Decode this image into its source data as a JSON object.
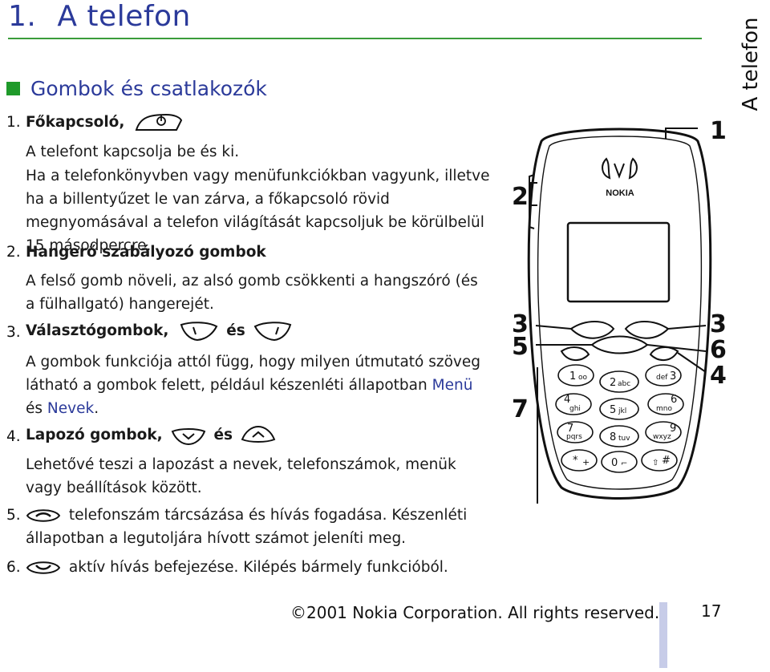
{
  "header": {
    "chapter_number": "1.",
    "chapter_title": "A telefon",
    "side_tab": "A telefon"
  },
  "section": {
    "heading": "Gombok és csatlakozók"
  },
  "items": [
    {
      "number": "1.",
      "title": "Főkapcsoló,",
      "icon": "power-key-icon",
      "paragraphs": [
        "A telefont kapcsolja be és ki.",
        "Ha a telefonkönyvben vagy menüfunkciókban vagyunk, illetve ha a billentyűzet le van zárva, a főkapcsoló rövid megnyomásával a telefon világítását kapcsoljuk be körülbelül 15 másodpercre."
      ]
    },
    {
      "number": "2.",
      "title": "Hangerő szabályozó gombok",
      "paragraphs": [
        "A felső gomb növeli, az alsó gomb csökkenti a hangszóró (és a fülhallgató) hangerejét."
      ]
    },
    {
      "number": "3.",
      "title": "Választógombok,",
      "connector": "és",
      "icons": [
        "left-selection-key-icon",
        "right-selection-key-icon"
      ],
      "paragraph_start": "A gombok funkciója attól függ, hogy milyen útmutató szöveg látható a gombok felett, például készenléti állapotban",
      "link_menu": "Menü",
      "paragraph_and": "és",
      "link_names": "Nevek",
      "paragraph_end": "."
    },
    {
      "number": "4.",
      "title": "Lapozó gombok,",
      "connector": "és",
      "icons": [
        "scroll-down-key-icon",
        "scroll-up-key-icon"
      ],
      "paragraphs": [
        "Lehetővé teszi a lapozást a nevek, telefonszámok, menük vagy beállítások között."
      ]
    },
    {
      "number": "5.",
      "icon": "call-key-icon",
      "line1": "telefonszám tárcsázása és hívás fogadása. Készenléti",
      "line2": "állapotban a legutoljára hívott számot jeleníti meg."
    },
    {
      "number": "6.",
      "icon": "end-key-icon",
      "line1": "aktív hívás befejezése. Kilépés bármely funkcióból."
    }
  ],
  "phone_image": {
    "brand": "NOKIA",
    "callouts": [
      "1",
      "2",
      "3",
      "5",
      "7",
      "3",
      "6",
      "4"
    ],
    "keys": [
      {
        "digit": "1",
        "letters": "oo"
      },
      {
        "digit": "2",
        "letters": "abc"
      },
      {
        "digit": "3",
        "letters": "def"
      },
      {
        "digit": "4",
        "letters": "ghi"
      },
      {
        "digit": "5",
        "letters": "jkl"
      },
      {
        "digit": "6",
        "letters": "mno"
      },
      {
        "digit": "7",
        "letters": "pqrs"
      },
      {
        "digit": "8",
        "letters": "tuv"
      },
      {
        "digit": "9",
        "letters": "wxyz"
      },
      {
        "digit": "*",
        "letters": "+"
      },
      {
        "digit": "0",
        "letters": "⌐"
      },
      {
        "digit": "#",
        "letters": "⇧"
      }
    ]
  },
  "footer": {
    "copyright": "©2001 Nokia Corporation. All rights reserved.",
    "page_number": "17"
  },
  "colors": {
    "heading_blue": "#2b3a9a",
    "section_green": "#1f9a2a",
    "rule_green": "#3a9c3a",
    "page_bar": "#c7cce8"
  }
}
